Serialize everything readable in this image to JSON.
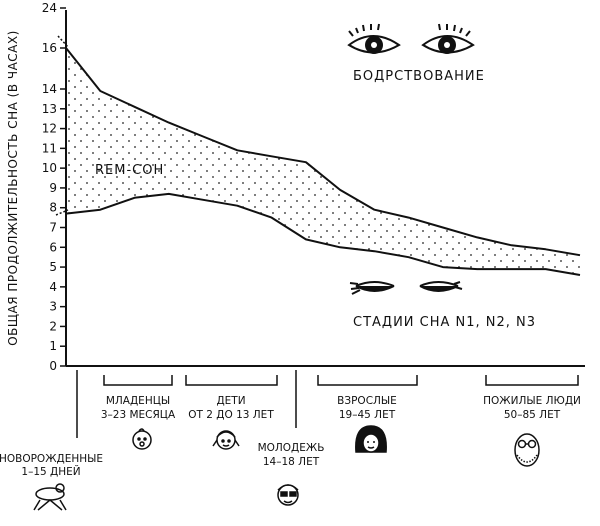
{
  "chart_data": {
    "type": "area",
    "ylabel": "ОБЩАЯ ПРОДОЛЖИТЕЛЬНОСТЬ СНА (В ЧАСАХ)",
    "ylim": [
      0,
      24
    ],
    "y_ticks": [
      0,
      1,
      2,
      3,
      4,
      5,
      6,
      7,
      8,
      9,
      10,
      11,
      12,
      13,
      14,
      16,
      24
    ],
    "curves": [
      {
        "role": "total_sleep",
        "values": [
          16,
          13.9,
          13.1,
          12.3,
          11.6,
          10.9,
          10.6,
          10.3,
          8.9,
          7.9,
          7.5,
          7.0,
          6.5,
          6.1,
          5.9,
          5.6
        ]
      },
      {
        "role": "nrem_sleep",
        "values": [
          7.7,
          7.9,
          8.5,
          8.7,
          8.4,
          8.1,
          7.5,
          6.4,
          6.0,
          5.8,
          5.5,
          5.0,
          4.9,
          4.9,
          4.9,
          4.6
        ]
      }
    ],
    "regions": {
      "wake": "БОДРСТВОВАНИЕ",
      "rem": "REM-СОН",
      "nrem": "СТАДИИ СНА N1, N2, N3"
    }
  },
  "age_groups": [
    {
      "name": "НОВОРОЖДЕННЫЕ",
      "range": "1–15 ДНЕЙ",
      "icon": "newborn-icon"
    },
    {
      "name": "МЛАДЕНЦЫ",
      "range": "3–23 МЕСЯЦА",
      "icon": "baby-icon"
    },
    {
      "name": "ДЕТИ",
      "range": "ОТ 2 ДО 13 ЛЕТ",
      "icon": "child-icon"
    },
    {
      "name": "МОЛОДЕЖЬ",
      "range": "14–18 ЛЕТ",
      "icon": "teen-icon"
    },
    {
      "name": "ВЗРОСЛЫЕ",
      "range": "19–45 ЛЕТ",
      "icon": "adult-icon"
    },
    {
      "name": "ПОЖИЛЫЕ ЛЮДИ",
      "range": "50–85 ЛЕТ",
      "icon": "elderly-icon"
    }
  ]
}
